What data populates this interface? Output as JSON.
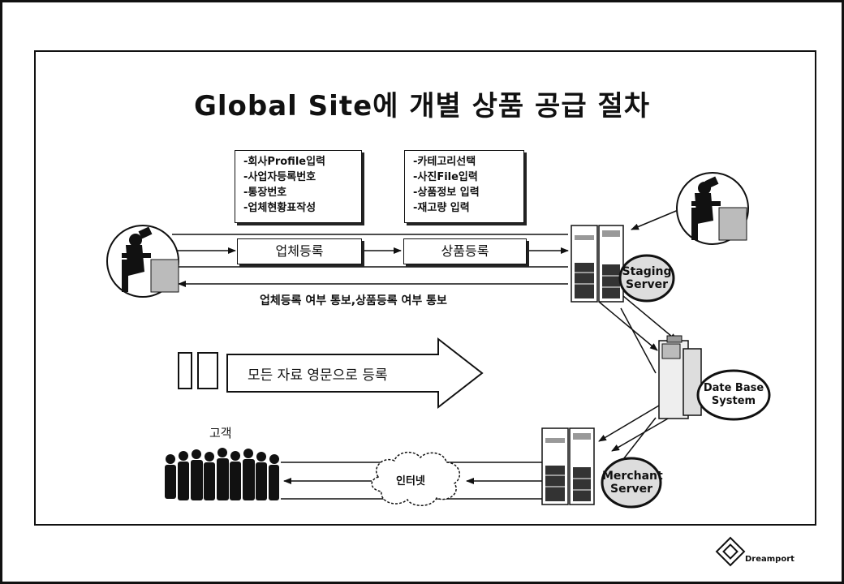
{
  "title": "Global Site에 개별 상품 공급 절차",
  "checklist_company": [
    "-회사Profile입력",
    "-사업자등록번호",
    "-통장번호",
    "-업체현황표작성"
  ],
  "checklist_product": [
    "-카테고리선택",
    "-사진File입력",
    "-상품정보 입력",
    "-재고량 입력"
  ],
  "step_company_registration": "업체등록",
  "step_product_registration": "상품등록",
  "notification_text": "업체등록 여부 통보,상품등록 여부 통보",
  "english_arrow_text": "모든 자료 영문으로 등록",
  "staging_server": [
    "Staging",
    "Server"
  ],
  "database_system": [
    "Date Base",
    "System"
  ],
  "merchant_server": [
    "Merchant",
    "Server"
  ],
  "customer_label": "고객",
  "internet_label": "인터넷",
  "logo_text": "Dreamport"
}
